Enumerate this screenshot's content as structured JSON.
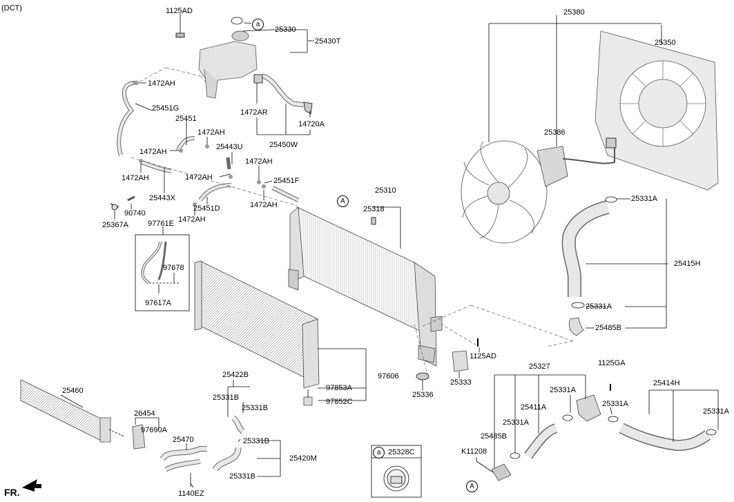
{
  "header": {
    "variant": "(DCT)"
  },
  "footer": {
    "front": "FR."
  },
  "legend": {
    "circle": "a",
    "part": "25328C"
  },
  "callout": "A",
  "labels": {
    "p1125AD_top": "1125AD",
    "p25330": "25330",
    "p25430T": "25430T",
    "p1472AH_a": "1472AH",
    "p25451G": "25451G",
    "p25451": "25451",
    "p1472AH_b": "1472AH",
    "p1472AH_c": "1472AH",
    "p25443U": "25443U",
    "p1472AR": "1472AR",
    "p14720A": "14720A",
    "p25450W": "25450W",
    "p1472AH_d": "1472AH",
    "p1472AH_e": "1472AH",
    "p1472AH_f": "1472AH",
    "p25451F": "25451F",
    "p25443X": "25443X",
    "p1472AH_g": "1472AH",
    "p25451D": "25451D",
    "p1472AH_h": "1472AH",
    "p90740": "90740",
    "p25367A": "25367A",
    "p97761E": "97761E",
    "p97678": "97678",
    "p97617A": "97617A",
    "p25310": "25310",
    "p25318": "25318",
    "p25380": "25380",
    "p25350": "25350",
    "p25386": "25386",
    "p25331A_1": "25331A",
    "p25415H": "25415H",
    "p25331A_2": "25331A",
    "p25485B_1": "25485B",
    "p1125AD_mid": "1125AD",
    "p25333": "25333",
    "p25336": "25336",
    "p97606": "97606",
    "p97853A": "97853A",
    "p97852C": "97852C",
    "p25460": "25460",
    "p26454": "26454",
    "p97690A": "97690A",
    "p25470": "25470",
    "p1140EZ": "1140EZ",
    "p25422B": "25422B",
    "p25331B_1": "25331B",
    "p25331B_2": "25331B",
    "p25331B_3": "25331B",
    "p25420M": "25420M",
    "p25331B_4": "25331B",
    "p25327": "25327",
    "p1125GA": "1125GA",
    "p25414H": "25414H",
    "p25331A_3": "25331A",
    "p25411A": "25411A",
    "p25331A_4": "25331A",
    "p25331A_5": "25331A",
    "p25331A_6": "25331A",
    "p25485B_2": "25485B",
    "pK11208": "K11208"
  }
}
